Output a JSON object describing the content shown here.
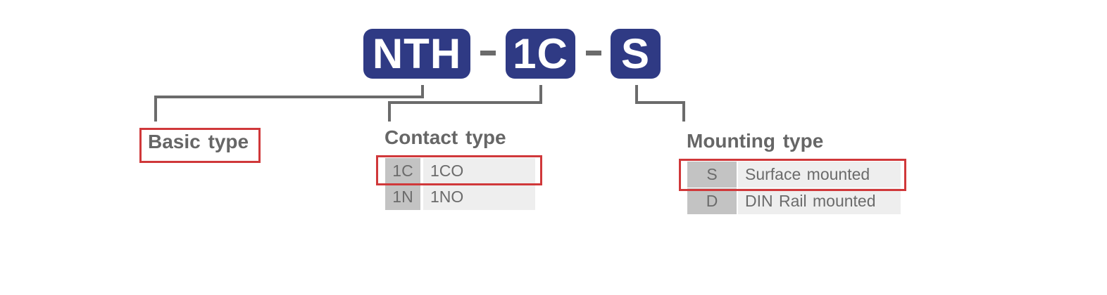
{
  "code": {
    "segments": [
      "NTH",
      "1C",
      "S"
    ],
    "separators": [
      "-",
      "-"
    ]
  },
  "basic": {
    "heading": "Basic type"
  },
  "contact": {
    "heading": "Contact type",
    "options": [
      {
        "code": "1C",
        "label": "1CO"
      },
      {
        "code": "1N",
        "label": "1NO"
      }
    ]
  },
  "mounting": {
    "heading": "Mounting type",
    "options": [
      {
        "code": "S",
        "label": "Surface mounted"
      },
      {
        "code": "D",
        "label": "DIN Rail mounted"
      }
    ]
  },
  "colors": {
    "code_box": "#2f3a84",
    "highlight": "#d0383a",
    "connector": "#6b6b6b",
    "code_cell": "#c3c3c3",
    "desc_cell": "#eeeeee"
  }
}
